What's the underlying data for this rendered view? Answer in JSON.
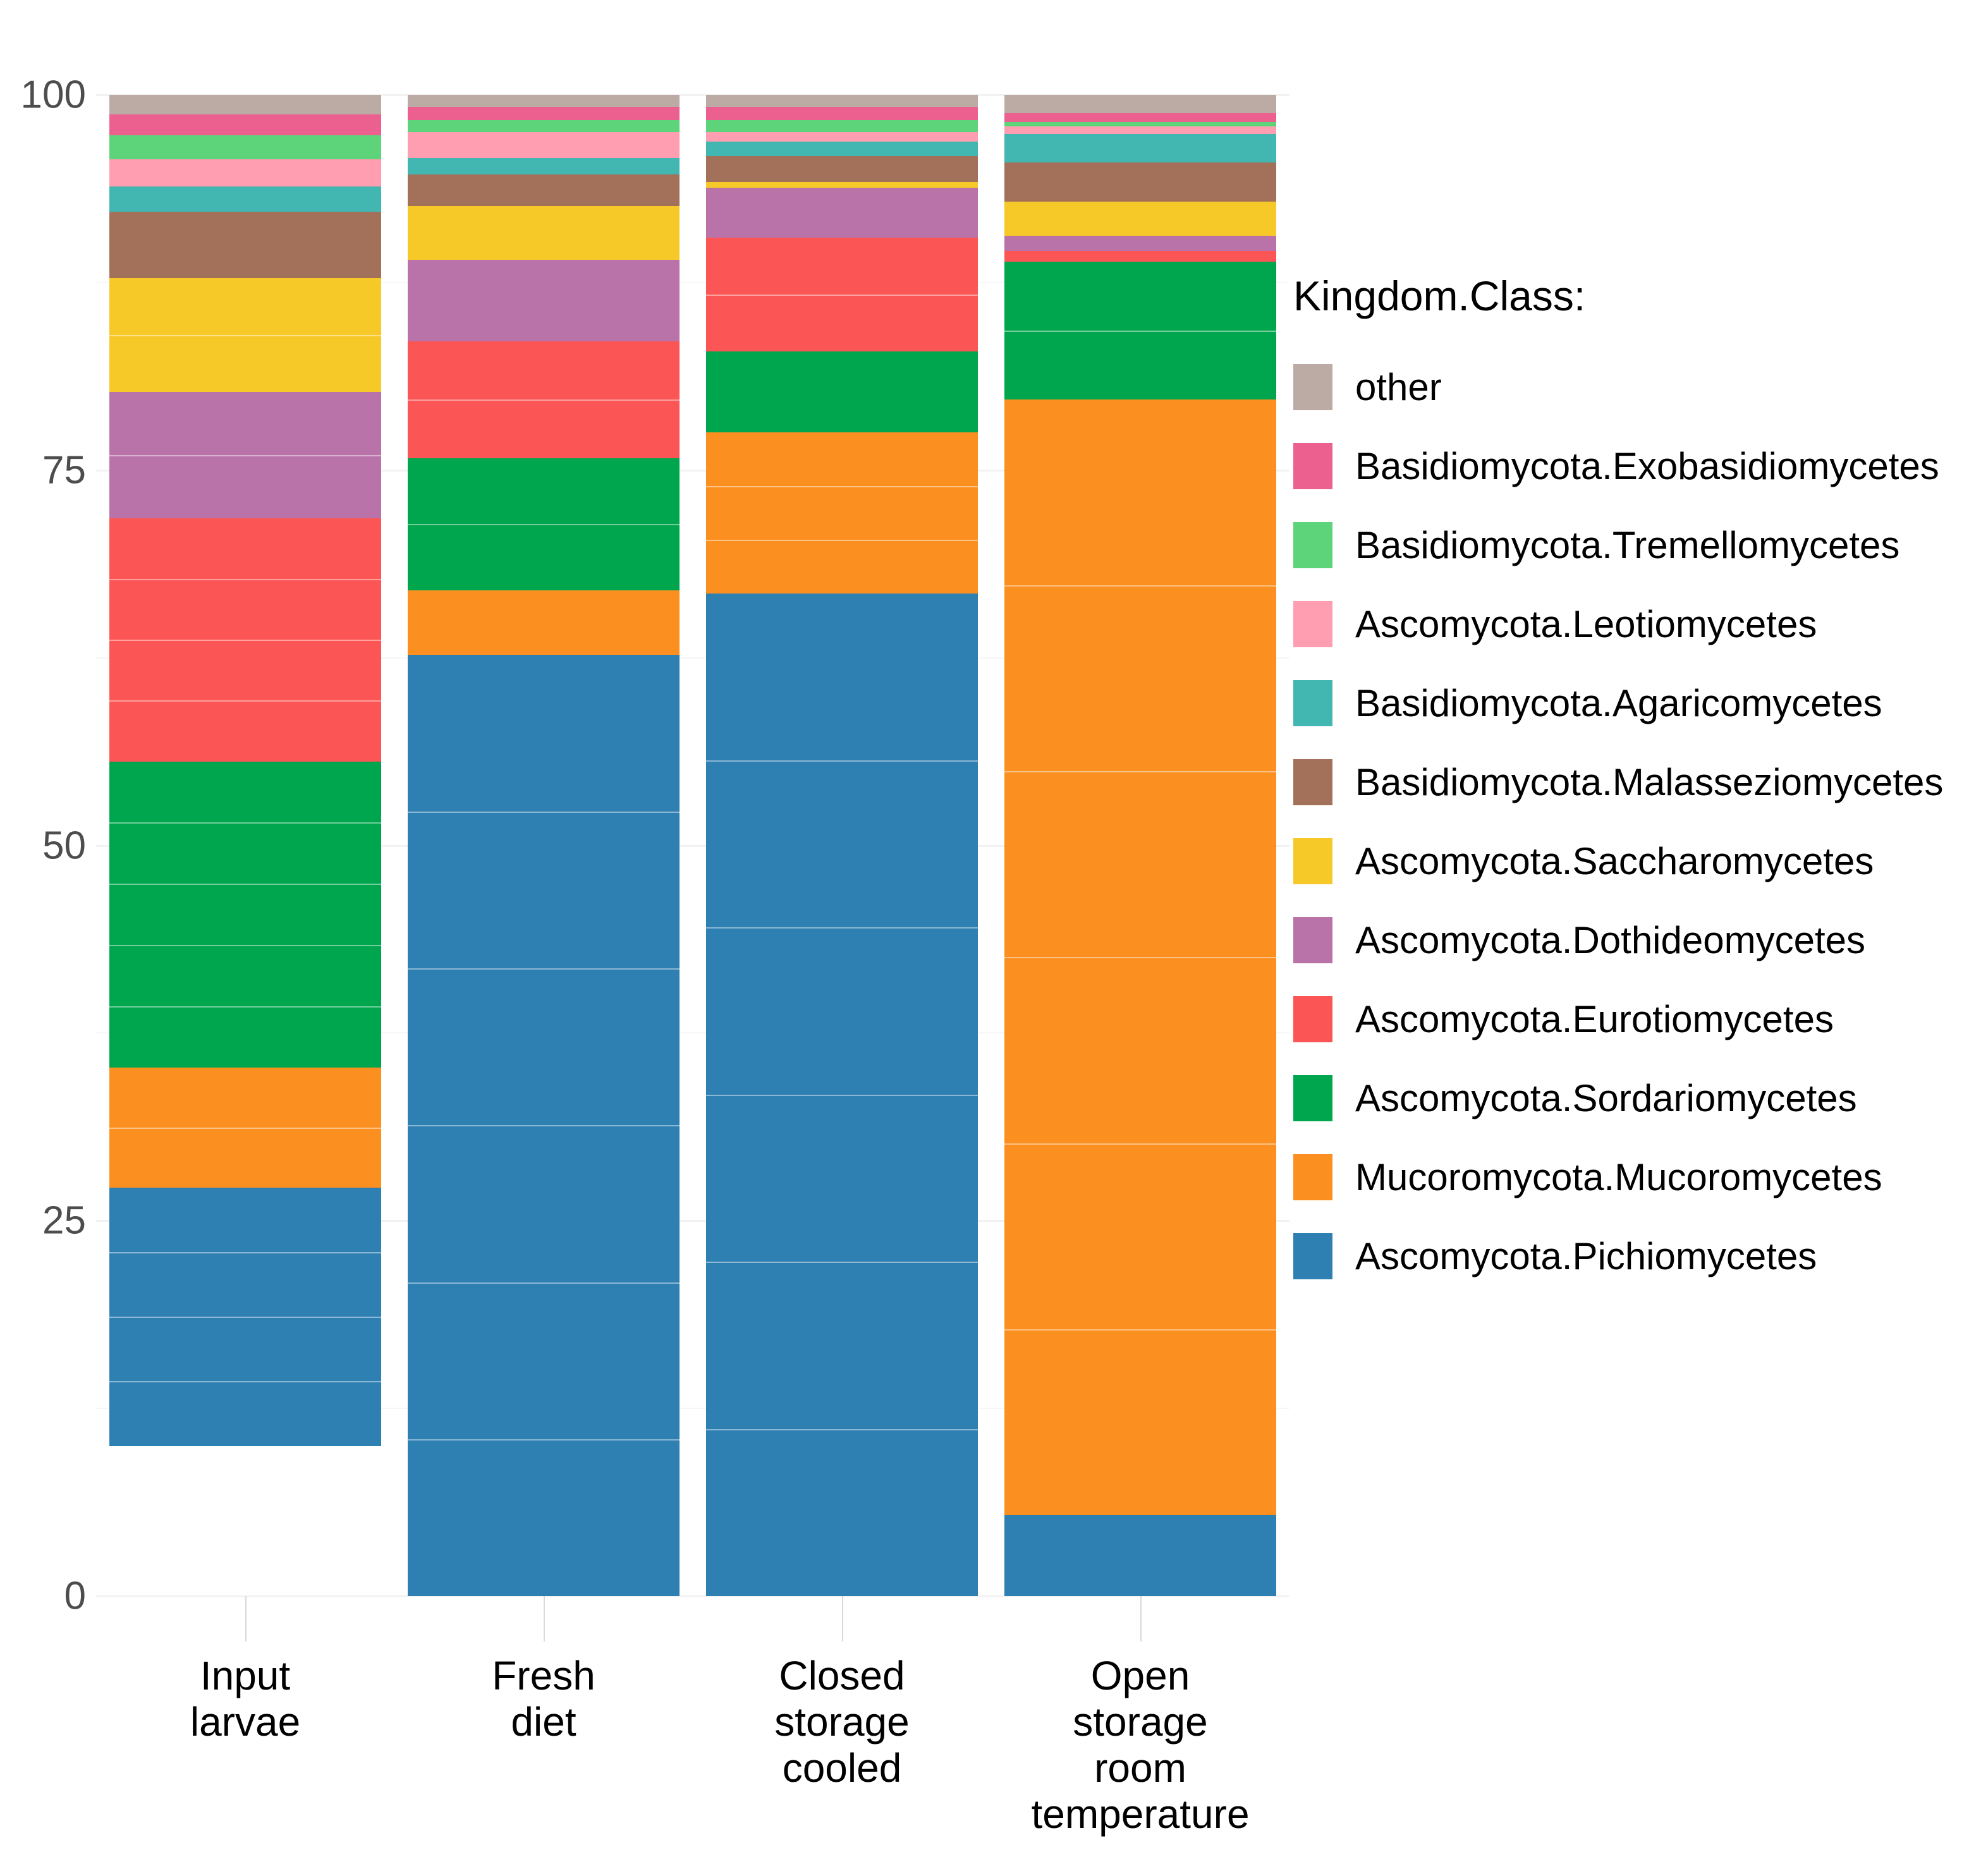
{
  "chart_data": {
    "type": "bar",
    "stacked": true,
    "stack_mode": "percent",
    "title": "",
    "xlabel": "",
    "ylabel": "",
    "ylim": [
      0,
      100
    ],
    "yticks": [
      0,
      25,
      50,
      75,
      100
    ],
    "ytick_labels": [
      "0",
      "25",
      "50",
      "75",
      "100"
    ],
    "grid": true,
    "legend_position": "right",
    "legend_title": "Kingdom.Class:",
    "categories": [
      "Input\nlarvae",
      "Fresh\ndiet",
      "Closed\nstorage\ncooled",
      "Open\nstorage\nroom\ntemperature"
    ],
    "series": [
      {
        "name": "other",
        "color": "#bcaaa4",
        "values": [
          1.3,
          0.8,
          0.8,
          1.2
        ]
      },
      {
        "name": "Basidiomycota.Exobasidiomycetes",
        "color": "#ec6090",
        "values": [
          1.4,
          0.9,
          0.9,
          0.6
        ]
      },
      {
        "name": "Basidiomycota.Tremellomycetes",
        "color": "#5dd47a",
        "values": [
          1.6,
          0.8,
          0.8,
          0.3
        ]
      },
      {
        "name": "Ascomycota.Leotiomycetes",
        "color": "#ff9eb0",
        "values": [
          1.8,
          1.7,
          0.6,
          0.5
        ]
      },
      {
        "name": "Basidiomycota.Agaricomycetes",
        "color": "#42b6b0",
        "values": [
          1.7,
          1.1,
          1.0,
          1.9
        ]
      },
      {
        "name": "Basidiomycota.Malasseziomycetes",
        "color": "#a3705a",
        "values": [
          4.4,
          2.1,
          1.7,
          2.6
        ]
      },
      {
        "name": "Ascomycota.Saccharomycetes",
        "color": "#f7c928",
        "values": [
          7.6,
          3.6,
          0.4,
          2.3
        ]
      },
      {
        "name": "Ascomycota.Dothideomycetes",
        "color": "#b973a8",
        "values": [
          8.4,
          5.4,
          3.3,
          1.0
        ]
      },
      {
        "name": "Ascomycota.Eurotiomycetes",
        "color": "#fc5555",
        "values": [
          16.2,
          7.8,
          7.6,
          0.7
        ]
      },
      {
        "name": "Ascomycota.Sordariomycetes",
        "color": "#00a64d",
        "values": [
          20.4,
          8.8,
          5.4,
          9.2
        ]
      },
      {
        "name": "Mucoromycota.Mucoromycetes",
        "color": "#fb9021",
        "values": [
          8.0,
          4.3,
          10.7,
          74.3
        ]
      },
      {
        "name": "Ascomycota.Pichiomycetes",
        "color": "#2e7fb2",
        "values": [
          17.2,
          62.7,
          66.8,
          5.4
        ]
      }
    ]
  },
  "axis": {
    "y_ticks": [
      {
        "value": 100,
        "label": "100"
      },
      {
        "value": 75,
        "label": "75"
      },
      {
        "value": 50,
        "label": "50"
      },
      {
        "value": 25,
        "label": "25"
      },
      {
        "value": 0,
        "label": "0"
      }
    ],
    "x_ticks": [
      {
        "label": "Input\nlarvae"
      },
      {
        "label": "Fresh\ndiet"
      },
      {
        "label": "Closed\nstorage\ncooled"
      },
      {
        "label": "Open\nstorage\nroom\ntemperature"
      }
    ]
  },
  "legend": {
    "title": "Kingdom.Class:",
    "items": [
      {
        "label": "other",
        "color": "#bcaaa4"
      },
      {
        "label": "Basidiomycota.Exobasidiomycetes",
        "color": "#ec6090"
      },
      {
        "label": "Basidiomycota.Tremellomycetes",
        "color": "#5dd47a"
      },
      {
        "label": "Ascomycota.Leotiomycetes",
        "color": "#ff9eb0"
      },
      {
        "label": "Basidiomycota.Agaricomycetes",
        "color": "#42b6b0"
      },
      {
        "label": "Basidiomycota.Malasseziomycetes",
        "color": "#a3705a"
      },
      {
        "label": "Ascomycota.Saccharomycetes",
        "color": "#f7c928"
      },
      {
        "label": "Ascomycota.Dothideomycetes",
        "color": "#b973a8"
      },
      {
        "label": "Ascomycota.Eurotiomycetes",
        "color": "#fc5555"
      },
      {
        "label": "Ascomycota.Sordariomycetes",
        "color": "#00a64d"
      },
      {
        "label": "Mucoromycota.Mucoromycetes",
        "color": "#fb9021"
      },
      {
        "label": "Ascomycota.Pichiomycetes",
        "color": "#2e7fb2"
      }
    ]
  }
}
